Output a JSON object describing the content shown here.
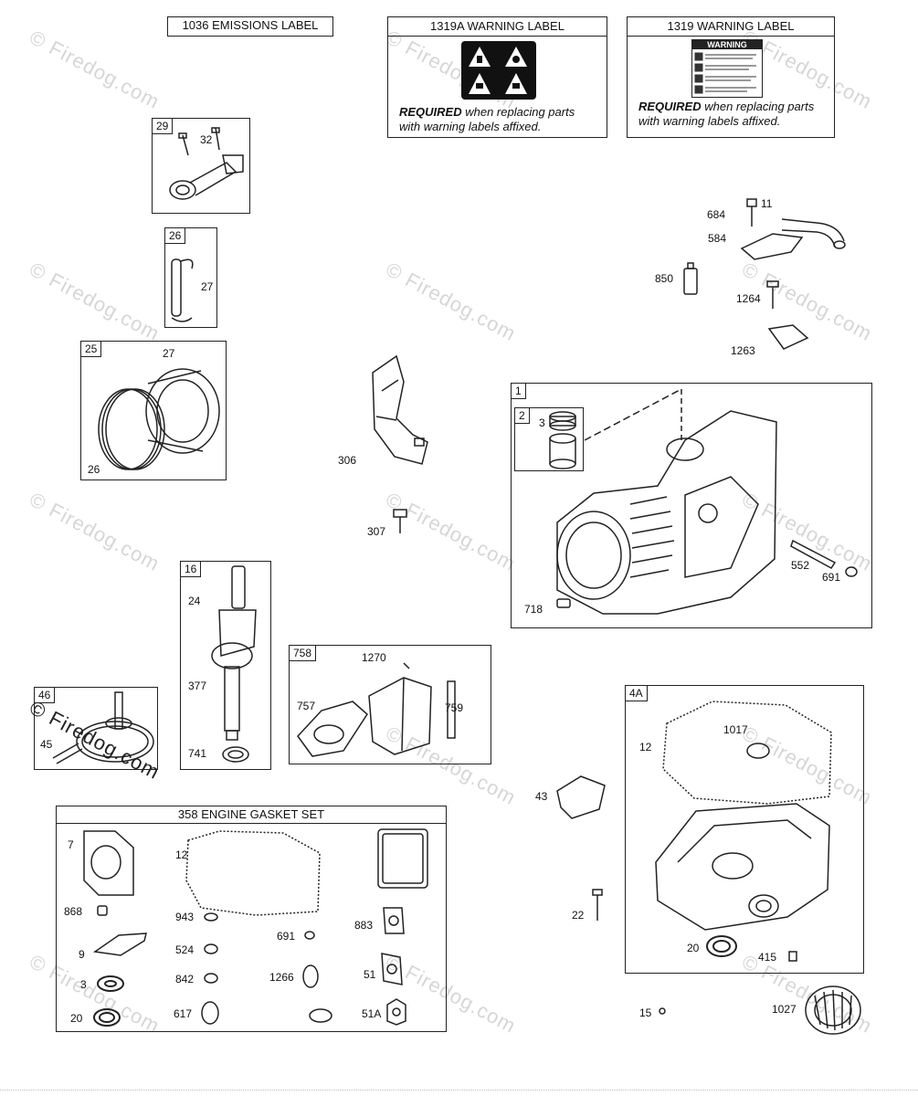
{
  "labels": {
    "emissions_title": "1036 EMISSIONS LABEL",
    "warning_1319a_title": "1319A WARNING LABEL",
    "warning_1319_title": "1319 WARNING LABEL",
    "warning_badge": "WARNING",
    "required_word": "REQUIRED",
    "required_text_line1": " when replacing parts",
    "required_text_line2": "with warning labels affixed."
  },
  "gasket_set_title": "358 ENGINE GASKET SET",
  "watermark": "© Firedog.com",
  "groups": {
    "g29": "29",
    "g26": "26",
    "g25": "25",
    "g16": "16",
    "g46": "46",
    "g758": "758",
    "g1": "1",
    "g2": "2",
    "g4a": "4A"
  },
  "parts": {
    "p32": "32",
    "p27a": "27",
    "p27b": "27",
    "p26": "26",
    "p306": "306",
    "p307": "307",
    "p24": "24",
    "p377": "377",
    "p741": "741",
    "p45": "45",
    "p1270": "1270",
    "p757": "757",
    "p759": "759",
    "p684": "684",
    "p11": "11",
    "p584": "584",
    "p850": "850",
    "p1264": "1264",
    "p1263": "1263",
    "p3": "3",
    "p552": "552",
    "p691": "691",
    "p718": "718",
    "p1017": "1017",
    "p12a": "12",
    "p43": "43",
    "p22": "22",
    "p20a": "20",
    "p415": "415",
    "p15": "15",
    "p1027": "1027",
    "g7": "7",
    "g12": "12",
    "g868": "868",
    "g943": "943",
    "g691": "691",
    "g883": "883",
    "g524": "524",
    "g9": "9",
    "g1266": "1266",
    "g51": "51",
    "g842": "842",
    "g3": "3",
    "g20": "20",
    "g617": "617",
    "g51a": "51A"
  }
}
